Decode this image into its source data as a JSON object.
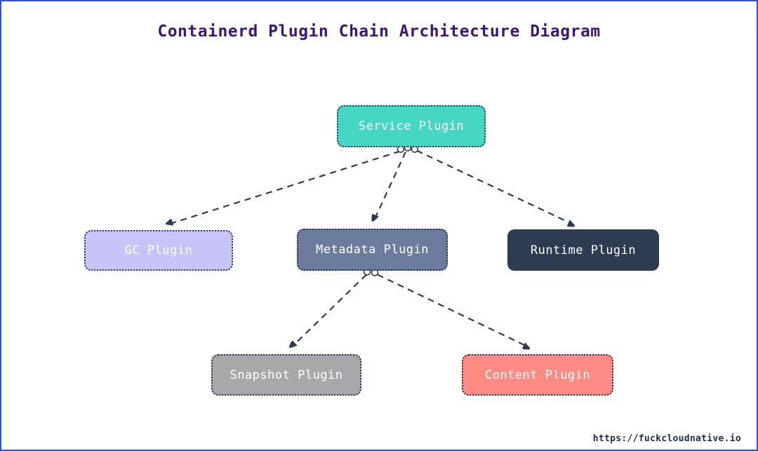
{
  "title": "Containerd Plugin Chain Architecture Diagram",
  "footer": {
    "url": "https://fuckcloudnative.io"
  },
  "colors": {
    "frame_border": "#2d50e6",
    "title_text": "#3d1778",
    "edge": "#2b3a55",
    "node_text": "#ffffff"
  },
  "nodes": {
    "service": {
      "label": "Service Plugin",
      "color": "#45d7c3"
    },
    "gc": {
      "label": "GC Plugin",
      "color": "#c7c5f8"
    },
    "metadata": {
      "label": "Metadata Plugin",
      "color": "#6b7c9f"
    },
    "runtime": {
      "label": "Runtime Plugin",
      "color": "#2d3c50"
    },
    "snapshot": {
      "label": "Snapshot Plugin",
      "color": "#a8a8aa"
    },
    "content": {
      "label": "Content Plugin",
      "color": "#ff8c84"
    }
  },
  "edges": [
    {
      "from": "service",
      "to": "gc"
    },
    {
      "from": "service",
      "to": "metadata"
    },
    {
      "from": "service",
      "to": "runtime"
    },
    {
      "from": "metadata",
      "to": "snapshot"
    },
    {
      "from": "metadata",
      "to": "content"
    }
  ]
}
